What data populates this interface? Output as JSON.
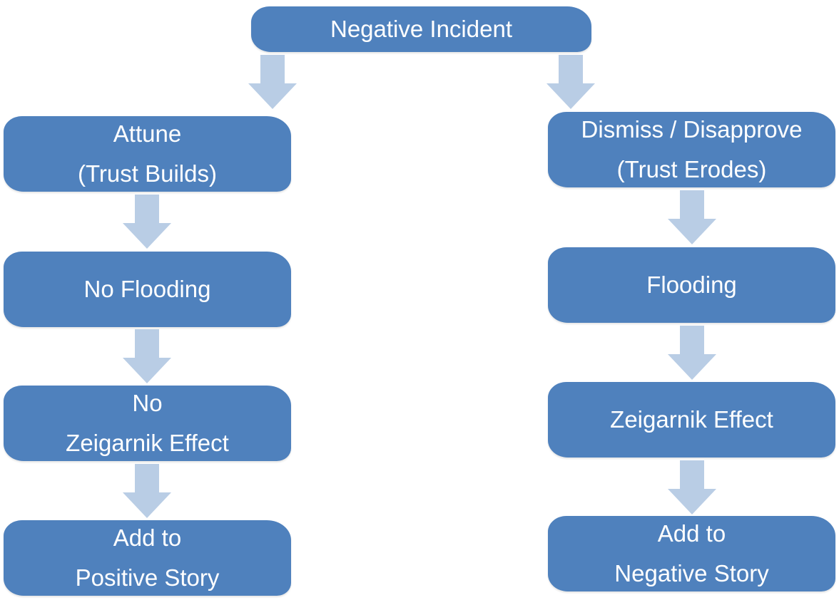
{
  "diagram": {
    "colors": {
      "node_fill": "#4f81bd",
      "node_text": "#ffffff",
      "arrow_fill": "#b9cde5"
    },
    "top": {
      "label": "Negative Incident"
    },
    "left": {
      "attune": {
        "line1": "Attune",
        "line2": "(Trust Builds)"
      },
      "no_flooding": {
        "label": "No Flooding"
      },
      "no_zeigarnik": {
        "line1": "No",
        "line2": "Zeigarnik Effect"
      },
      "positive_story": {
        "line1": "Add to",
        "line2": "Positive Story"
      }
    },
    "right": {
      "dismiss": {
        "line1": "Dismiss / Disapprove",
        "line2": "(Trust Erodes)"
      },
      "flooding": {
        "label": "Flooding"
      },
      "zeigarnik": {
        "label": "Zeigarnik Effect"
      },
      "negative_story": {
        "line1": "Add to",
        "line2": "Negative Story"
      }
    }
  }
}
